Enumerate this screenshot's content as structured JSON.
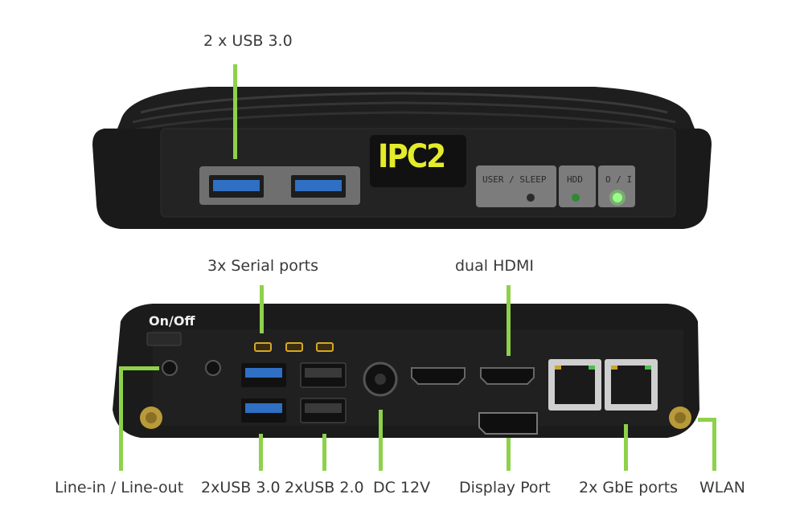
{
  "device_brand": "IPC2",
  "front_panel": {
    "leds": [
      "USER / SLEEP",
      "HDD",
      "O / I"
    ],
    "colors": {
      "led_on": "#7dff6a",
      "brand_text": "#e4ec2a"
    }
  },
  "callouts": {
    "front_usb": "2 x USB 3.0",
    "serial": "3x Serial ports",
    "hdmi": "dual HDMI",
    "power_switch": "On/Off",
    "audio": "Line-in / Line-out",
    "usb30": "2xUSB 3.0",
    "usb20": "2xUSB 2.0",
    "dc": "DC 12V",
    "displayport": "Display Port",
    "gbe": "2x GbE ports",
    "wlan": "WLAN"
  },
  "colors": {
    "accent_line": "#8ed14a",
    "chassis": "#1c1c1c"
  }
}
